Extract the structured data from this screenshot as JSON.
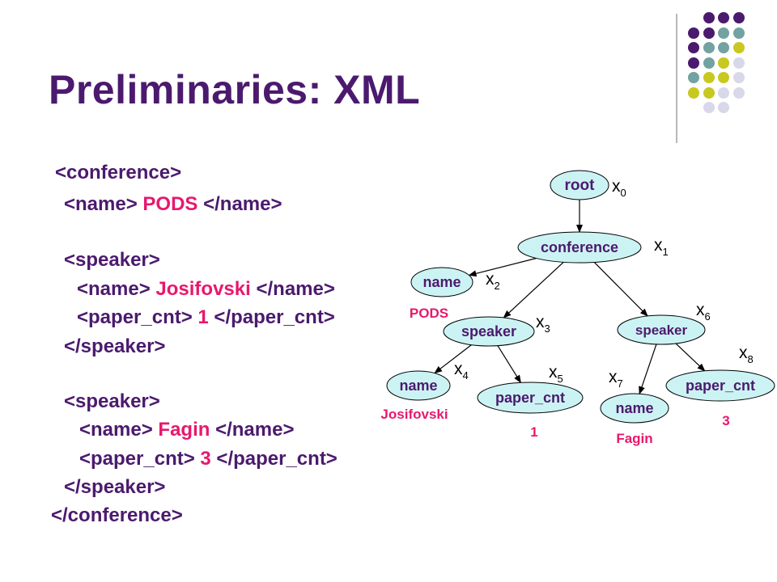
{
  "title": "Preliminaries: XML",
  "xml_lines": [
    [
      {
        "t": "<conference>",
        "c": "tag"
      }
    ],
    [
      {
        "t": "<name>",
        "c": "tag"
      },
      {
        "t": " PODS ",
        "c": "val"
      },
      {
        "t": "</name>",
        "c": "tag"
      }
    ],
    [
      {
        "t": "<speaker>",
        "c": "tag"
      }
    ],
    [
      {
        "t": "<name>",
        "c": "tag"
      },
      {
        "t": " Josifovski ",
        "c": "val"
      },
      {
        "t": "</name>",
        "c": "tag"
      }
    ],
    [
      {
        "t": "<paper_cnt>",
        "c": "tag"
      },
      {
        "t": " 1 ",
        "c": "val"
      },
      {
        "t": "</paper_cnt>",
        "c": "tag"
      }
    ],
    [
      {
        "t": "</speaker>",
        "c": "tag"
      }
    ],
    [
      {
        "t": "<speaker>",
        "c": "tag"
      }
    ],
    [
      {
        "t": "<name>",
        "c": "tag"
      },
      {
        "t": " Fagin ",
        "c": "val"
      },
      {
        "t": "</name>",
        "c": "tag"
      }
    ],
    [
      {
        "t": "<paper_cnt>",
        "c": "tag"
      },
      {
        "t": " 3 ",
        "c": "val"
      },
      {
        "t": "</paper_cnt>",
        "c": "tag"
      }
    ],
    [
      {
        "t": "</speaker>",
        "c": "tag"
      }
    ],
    [
      {
        "t": "</conference>",
        "c": "tag"
      }
    ]
  ],
  "tree": {
    "nodes": [
      {
        "id": "root",
        "label": "root",
        "x_main": "x",
        "x_sub": "0"
      },
      {
        "id": "conference",
        "label": "conference",
        "x_main": "x",
        "x_sub": "1"
      },
      {
        "id": "name1",
        "label": "name",
        "x_main": "x",
        "x_sub": "2",
        "value": "PODS"
      },
      {
        "id": "speaker1",
        "label": "speaker",
        "x_main": "x",
        "x_sub": "3"
      },
      {
        "id": "speaker2",
        "label": "speaker",
        "x_main": "x",
        "x_sub": "6"
      },
      {
        "id": "name2",
        "label": "name",
        "x_main": "x",
        "x_sub": "4",
        "value": "Josifovski"
      },
      {
        "id": "paper1",
        "label": "paper_cnt",
        "x_main": "x",
        "x_sub": "5",
        "value": "1"
      },
      {
        "id": "name3",
        "label": "name",
        "x_main": "x",
        "x_sub": "7",
        "value": "Fagin"
      },
      {
        "id": "paper2",
        "label": "paper_cnt",
        "x_main": "x",
        "x_sub": "8",
        "value": "3"
      }
    ],
    "edges": [
      [
        "root",
        "conference"
      ],
      [
        "conference",
        "name1"
      ],
      [
        "conference",
        "speaker1"
      ],
      [
        "conference",
        "speaker2"
      ],
      [
        "speaker1",
        "name2"
      ],
      [
        "speaker1",
        "paper1"
      ],
      [
        "speaker2",
        "name3"
      ],
      [
        "speaker2",
        "paper2"
      ]
    ]
  },
  "colors": {
    "tag": "#4b1a6e",
    "value": "#e8186d",
    "node_fill": "#ccf3f3",
    "node_stroke": "#000000",
    "dots_purple": "#4b1a6e",
    "dots_teal": "#73a2a2",
    "dots_yellow": "#c8c820",
    "dots_lavender": "#d8d8ea"
  }
}
